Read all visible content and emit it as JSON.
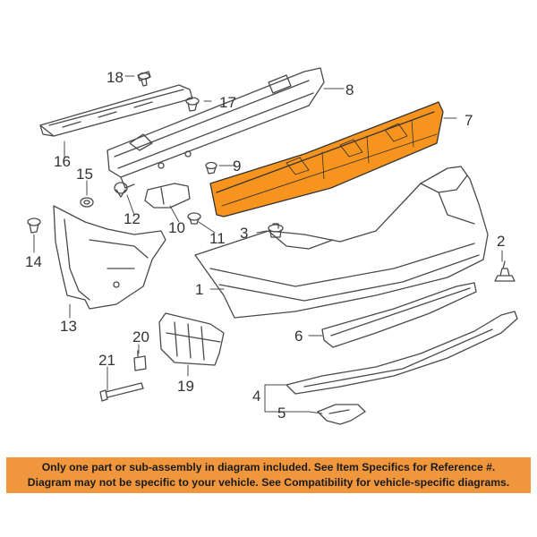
{
  "diagram": {
    "highlight_color": "#f7941d",
    "callouts": {
      "c1": "1",
      "c2": "2",
      "c3": "3",
      "c4": "4",
      "c5": "5",
      "c6": "6",
      "c7": "7",
      "c8": "8",
      "c9": "9",
      "c10": "10",
      "c11": "11",
      "c12": "12",
      "c13": "13",
      "c14": "14",
      "c15": "15",
      "c16": "16",
      "c17": "17",
      "c18": "18",
      "c19": "19",
      "c20": "20",
      "c21": "21"
    }
  },
  "banner": {
    "line1": "Only one part or sub-assembly in diagram included. See Item Specifics for Reference #.",
    "line2": "Diagram may not be specific to your vehicle. See Compatibility for vehicle-specific diagrams.",
    "background": "#f0973e"
  }
}
